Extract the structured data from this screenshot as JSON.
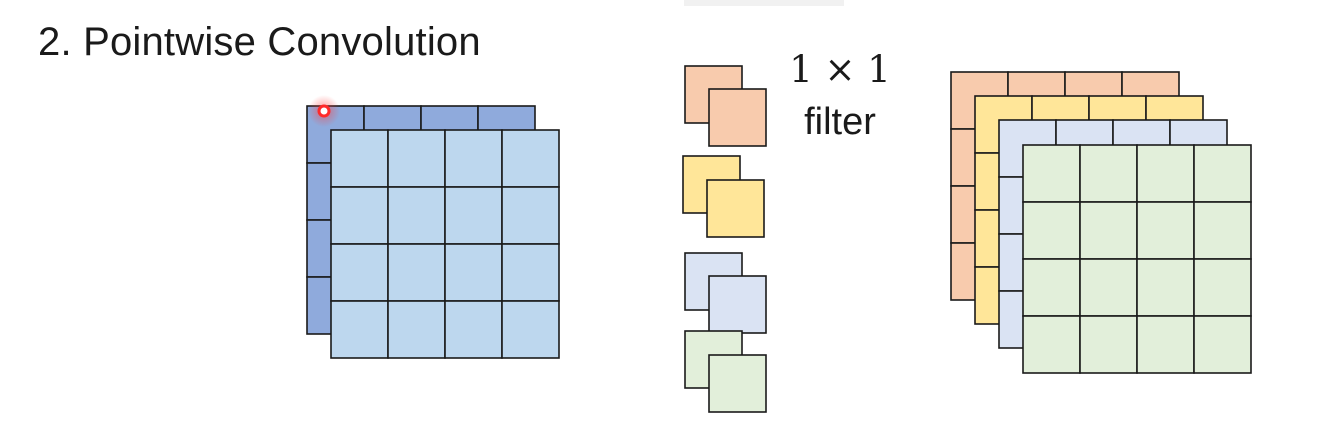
{
  "title": "2. Pointwise Convolution",
  "filter_label": {
    "size": "1 × 1",
    "word": "filter"
  },
  "colors": {
    "input_back": "#8faadc",
    "input_front": "#bdd7ee",
    "channel_red": "#f8cbad",
    "channel_yellow": "#ffe699",
    "channel_blue": "#dae3f3",
    "channel_green": "#e2efda",
    "stroke": "#1a1a1a",
    "cursor": "#ff2a2a"
  }
}
